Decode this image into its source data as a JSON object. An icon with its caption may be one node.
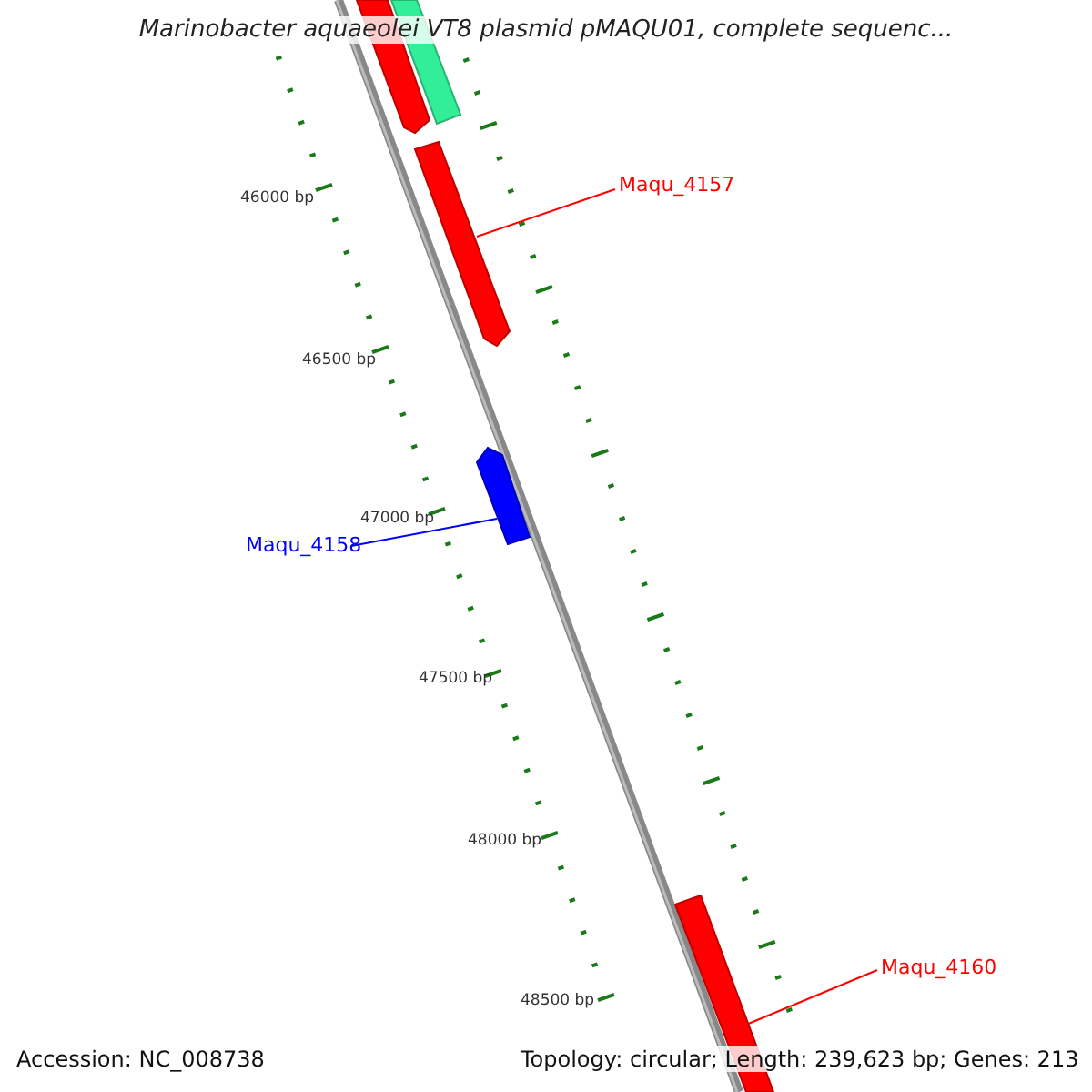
{
  "diagram": {
    "title": "Marinobacter aquaeolei VT8 plasmid pMAQU01, complete sequenc...",
    "nodes": [
      {
        "text": [],
        "shape": "bar"
      },
      {
        "text": [],
        "shape": "bar"
      },
      {
        "text": [
          "Maqu_4157"
        ]
      },
      {
        "text": [],
        "shape": "bar"
      },
      {
        "text": [
          "Maqu_4158"
        ]
      },
      {
        "text": [],
        "shape": "bar"
      },
      {
        "text": [
          "Maqu_4160"
        ]
      },
      {
        "text": [],
        "shape": "bar"
      }
    ],
    "edges": [
      {
        "from": 2,
        "to": 3,
        "arrow": "none",
        "color": "#ff0000"
      },
      {
        "from": 4,
        "to": 5,
        "arrow": "none",
        "color": "#0000ff"
      },
      {
        "from": 6,
        "to": 7,
        "arrow": "none",
        "color": "#ff0000"
      }
    ],
    "labels": [
      "46000 bp",
      "46500 bp",
      "47000 bp",
      "47500 bp",
      "48000 bp",
      "48500 bp",
      "Accession: NC_008738",
      "Topology: circular; Length: 239,623 bp; Genes: 213"
    ]
  }
}
